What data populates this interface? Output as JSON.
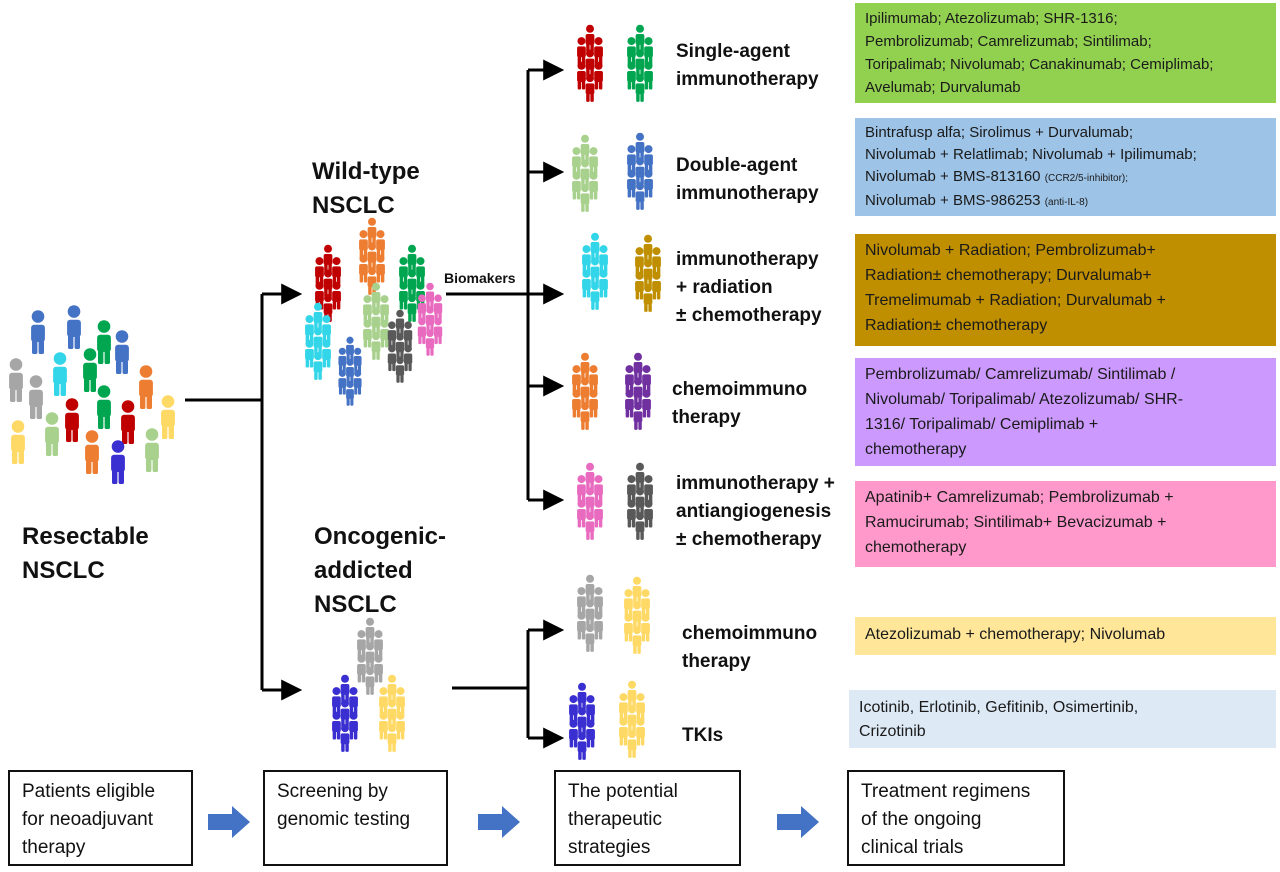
{
  "headings": {
    "resectable": [
      "Resectable",
      "NSCLC"
    ],
    "wild_type": [
      "Wild-type",
      "NSCLC"
    ],
    "oncogenic": [
      "Oncogenic-",
      "addicted",
      "NSCLC"
    ],
    "biomarkers": "Biomakers"
  },
  "strategies": [
    {
      "lines": [
        "Single-agent",
        "immunotherapy"
      ]
    },
    {
      "lines": [
        "Double-agent",
        "immunotherapy"
      ]
    },
    {
      "lines": [
        "immunotherapy",
        "+ radiation",
        "± chemotherapy"
      ]
    },
    {
      "lines": [
        "chemoimmuno",
        "therapy"
      ]
    },
    {
      "lines": [
        "immunotherapy +",
        "antiangiogenesis",
        "± chemotherapy"
      ]
    },
    {
      "lines": [
        "chemoimmuno",
        "therapy"
      ]
    },
    {
      "lines": [
        "TKIs"
      ]
    }
  ],
  "regimens": [
    {
      "color": "#92d050",
      "lines": [
        "Ipilimumab; Atezolizumab; SHR-1316;",
        "Pembrolizumab; Camrelizumab; Sintilimab;",
        "Toripalimab; Nivolumab; Canakinumab; Cemiplimab;",
        "Avelumab; Durvalumab"
      ]
    },
    {
      "color": "#9dc3e6",
      "lines": [
        {
          "text": "Bintrafusp alfa; Sirolimus + Durvalumab;"
        },
        {
          "text": "Nivolumab + Relatlimab;   Nivolumab + Ipilimumab;"
        },
        {
          "text": "Nivolumab + BMS-813160 ",
          "small": "(CCR2/5-inhibitor);"
        },
        {
          "text": "Nivolumab + BMS-986253 ",
          "small": "(anti-IL-8)"
        }
      ]
    },
    {
      "color": "#bf8f00",
      "lines": [
        "Nivolumab + Radiation; Pembrolizumab+",
        "Radiation± chemotherapy;  Durvalumab+",
        "Tremelimumab + Radiation; Durvalumab +",
        "Radiation± chemotherapy"
      ]
    },
    {
      "color": "#cc99ff",
      "lines": [
        "Pembrolizumab/  Camrelizumab/ Sintilimab /",
        "Nivolumab/ Toripalimab/ Atezolizumab/ SHR-",
        "1316/ Toripalimab/ Cemiplimab +",
        "chemotherapy"
      ]
    },
    {
      "color": "#ff99cc",
      "lines": [
        "Apatinib+ Camrelizumab;  Pembrolizumab  +",
        "Ramucirumab;  Sintilimab+ Bevacizumab +",
        "chemotherapy"
      ]
    },
    {
      "color": "#ffe699",
      "lines": [
        "Atezolizumab + chemotherapy;  Nivolumab"
      ]
    },
    {
      "color": "#dde9f5",
      "lines": [
        "Icotinib, Erlotinib,  Gefitinib, Osimertinib,",
        "Crizotinib"
      ]
    }
  ],
  "steps": [
    {
      "lines": [
        "Patients eligible",
        "for neoadjuvant",
        "therapy"
      ]
    },
    {
      "lines": [
        "Screening by",
        "genomic testing"
      ]
    },
    {
      "lines": [
        "The potential",
        "therapeutic",
        "strategies"
      ]
    },
    {
      "lines": [
        "Treatment regimens",
        "of the ongoing",
        "clinical trials"
      ]
    }
  ],
  "colors": {
    "red": "#c00000",
    "green": "#00a550",
    "light_green": "#a9d18e",
    "blue": "#4472c4",
    "cyan": "#33d6e8",
    "gold": "#bf8f00",
    "orange": "#ed7d31",
    "purple": "#7030a0",
    "pink": "#e86bc0",
    "dark_gray": "#595959",
    "gray": "#a6a6a6",
    "yellow": "#ffd966",
    "indigo": "#3a2fd0",
    "arrow_blue": "#4472c4"
  },
  "icons": [
    "person-icon",
    "arrow-right-icon"
  ]
}
